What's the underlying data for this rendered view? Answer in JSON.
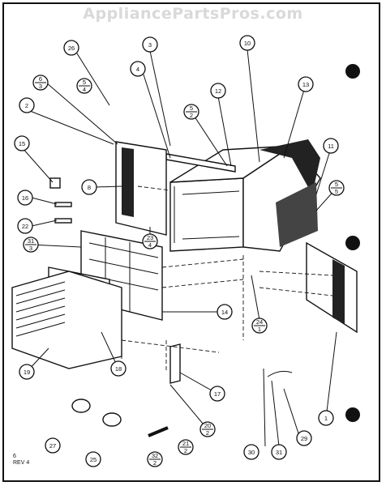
{
  "watermark": "AppliancePartsPros.com",
  "footer": {
    "sheet": "6",
    "rev": "REV 4"
  },
  "callouts": [
    {
      "id": "c26a",
      "label": "26"
    },
    {
      "id": "c3",
      "label": "3"
    },
    {
      "id": "c10",
      "label": "10"
    },
    {
      "id": "c6_3",
      "top": "6",
      "bottom": "3"
    },
    {
      "id": "c5_4a",
      "top": "5",
      "bottom": "4"
    },
    {
      "id": "c4",
      "label": "4"
    },
    {
      "id": "c12",
      "label": "12"
    },
    {
      "id": "c13",
      "label": "13"
    },
    {
      "id": "c2",
      "label": "2"
    },
    {
      "id": "c5_2",
      "top": "5",
      "bottom": "2"
    },
    {
      "id": "c15",
      "label": "15"
    },
    {
      "id": "c11",
      "label": "11"
    },
    {
      "id": "c8",
      "label": "8"
    },
    {
      "id": "c5_5",
      "top": "5",
      "bottom": "5"
    },
    {
      "id": "c16",
      "label": "16"
    },
    {
      "id": "c22",
      "label": "22"
    },
    {
      "id": "c23_4",
      "top": "23",
      "bottom": "4"
    },
    {
      "id": "c31_3",
      "top": "31",
      "bottom": "3"
    },
    {
      "id": "c14",
      "label": "14"
    },
    {
      "id": "c24_1",
      "top": "24",
      "bottom": "1"
    },
    {
      "id": "c19",
      "label": "19"
    },
    {
      "id": "c18",
      "label": "18"
    },
    {
      "id": "c17",
      "label": "17"
    },
    {
      "id": "c1",
      "label": "1"
    },
    {
      "id": "c20_2",
      "top": "20",
      "bottom": "2"
    },
    {
      "id": "c27",
      "label": "27"
    },
    {
      "id": "c25",
      "label": "25"
    },
    {
      "id": "c21_2",
      "top": "21",
      "bottom": "2"
    },
    {
      "id": "c32_2",
      "top": "32",
      "bottom": "2"
    },
    {
      "id": "c30",
      "label": "30"
    },
    {
      "id": "c31",
      "label": "31"
    },
    {
      "id": "c29",
      "label": "29"
    }
  ]
}
